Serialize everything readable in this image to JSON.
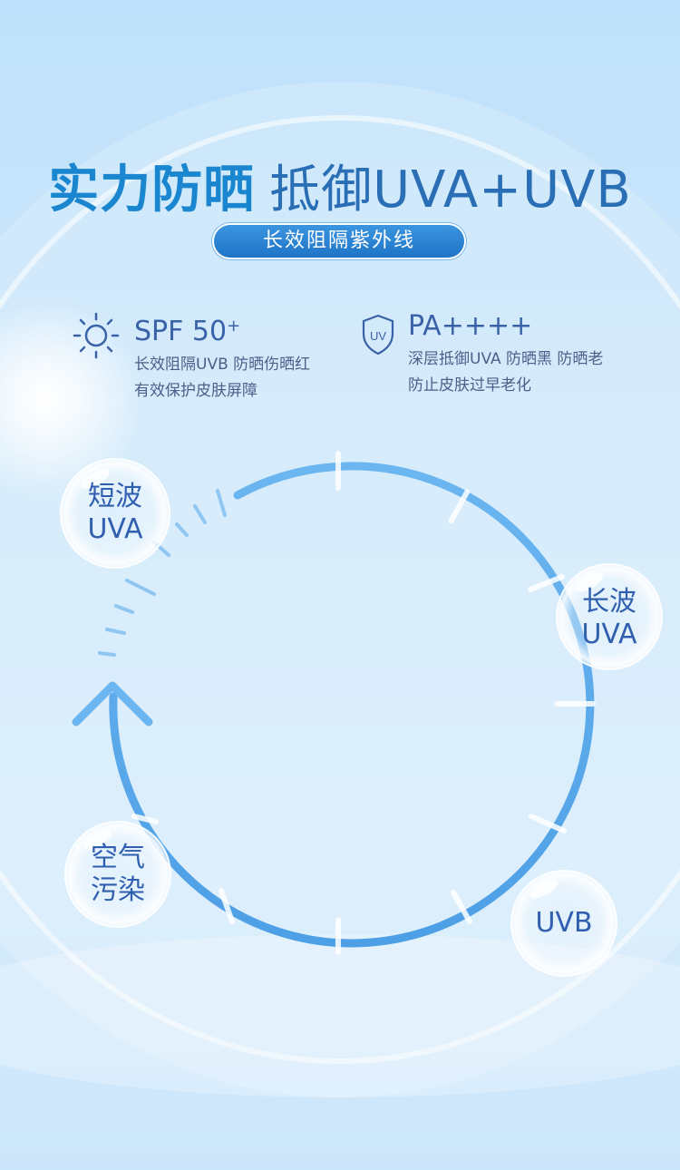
{
  "title": {
    "part1": "实力防晒",
    "part2": "抵御UVA+UVB"
  },
  "subtitle": "长效阻隔紫外线",
  "features": [
    {
      "icon": "sun-icon",
      "title": "SPF 50",
      "title_sup": "+",
      "lines": [
        "长效阻隔UVB 防晒伤晒红",
        "有效保护皮肤屏障"
      ]
    },
    {
      "icon": "uv-shield-icon",
      "icon_text": "UV",
      "title": "PA++++",
      "lines": [
        "深层抵御UVA 防晒黑 防晒老",
        "防止皮肤过早老化"
      ]
    }
  ],
  "bubbles": [
    {
      "id": "short-uva",
      "lines": [
        "短波",
        "UVA"
      ]
    },
    {
      "id": "long-uva",
      "lines": [
        "长波",
        "UVA"
      ]
    },
    {
      "id": "uvb",
      "lines": [
        "UVB"
      ]
    },
    {
      "id": "air-pollution",
      "lines": [
        "空气",
        "污染"
      ]
    }
  ],
  "colors": {
    "title_accent": "#1a86d0",
    "ring": "#5aacee",
    "pill": "#2a84d2",
    "text": "#3a62a8"
  }
}
